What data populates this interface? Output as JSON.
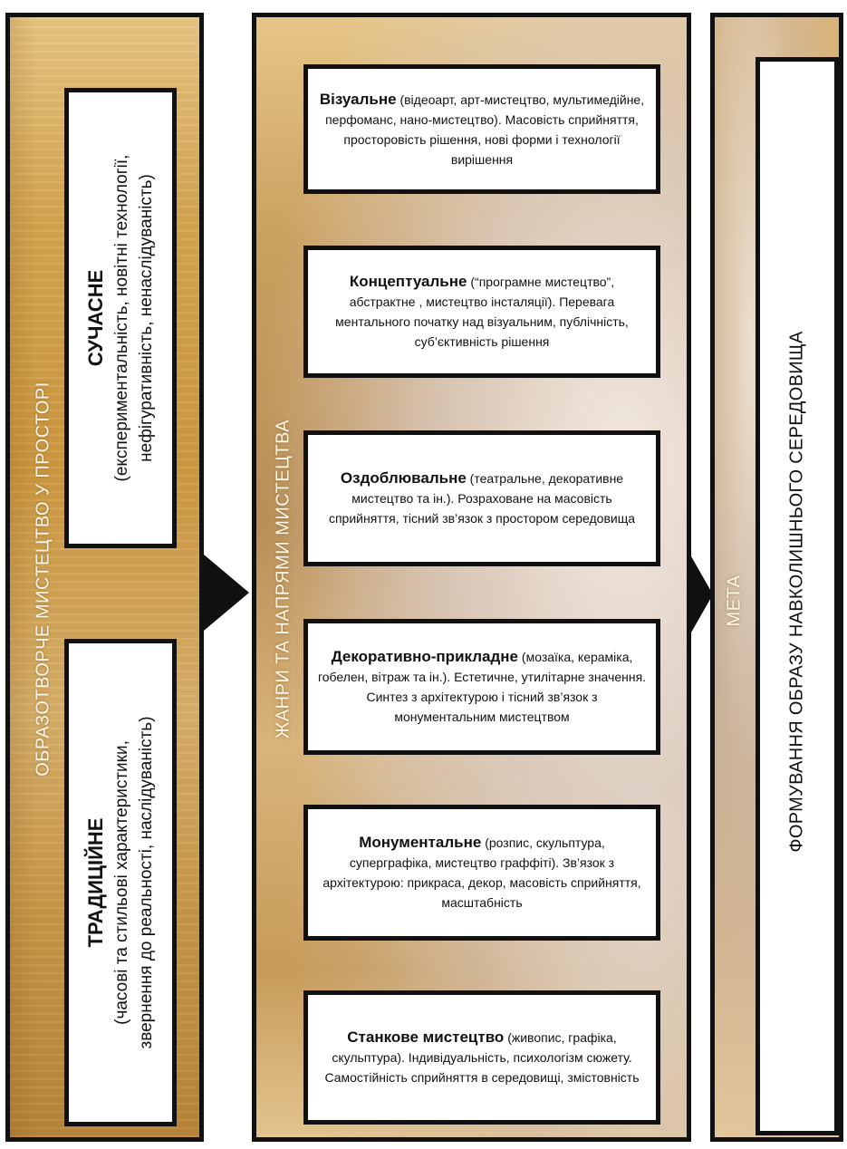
{
  "left_column": {
    "label": "ОБРАЗОТВОРЧЕ МИСТЕЦТВО У ПРОСТОРІ",
    "modern": {
      "title": "СУЧАСНЕ",
      "line1": "(експериментальність, новітні технології,",
      "line2": "нефігуративність, ненаслідуваність)"
    },
    "traditional": {
      "title": "ТРАДИЦІЙНЕ",
      "line1": "(часові та стильові характеристики,",
      "line2": "звернення до реальності, наслідуваність)"
    }
  },
  "middle_column": {
    "label": "ЖАНРИ ТА НАПРЯМИ МИСТЕЦТВА",
    "genres": [
      {
        "name": "Візуальне",
        "text": " (відеоарт, арт-мистецтво, мультимедійне, перфоманс, нано-мистецтво). Масовість сприйняття, просторовість рішення, нові форми і технології вирішення"
      },
      {
        "name": "Концептуальне",
        "text": " (“програмне мистецтво”, абстрактне , мистецтво інсталяції). Перевага ментального початку над візуальним, публічність, суб’єктивність рішення"
      },
      {
        "name": "Оздоблювальне",
        "text": " (театральне, декоративне мистецтво та ін.). Розраховане на масовість сприйняття, тісний зв’язок з простором середовища"
      },
      {
        "name": "Декоративно-прикладне",
        "text": " (мозаїка, кераміка, гобелен, вітраж та ін.). Естетичне, утилітарне значення. Синтез з архітектурою і тісний зв’язок з монументальним мистецтвом"
      },
      {
        "name": "Монументальне",
        "text": " (розпис, скульптура, суперграфіка, мистецтво граффіті). Зв’язок з архітектурою: прикраса, декор, масовість сприйняття, масштабність"
      },
      {
        "name": "Станкове мистецтво",
        "text": " (живопис, графіка, скульптура). Індивідуальність, психологізм сюжету. Самостійність сприйняття в середовищі, змістовність"
      }
    ]
  },
  "right_column": {
    "label": "МЕТА",
    "goal": "ФОРМУВАННЯ ОБРАЗУ НАВКОЛИШНЬОГО СЕРЕДОВИЩА"
  },
  "colors": {
    "border": "#111111",
    "box_fill": "#ffffff",
    "label_text": "#fff8ea"
  }
}
